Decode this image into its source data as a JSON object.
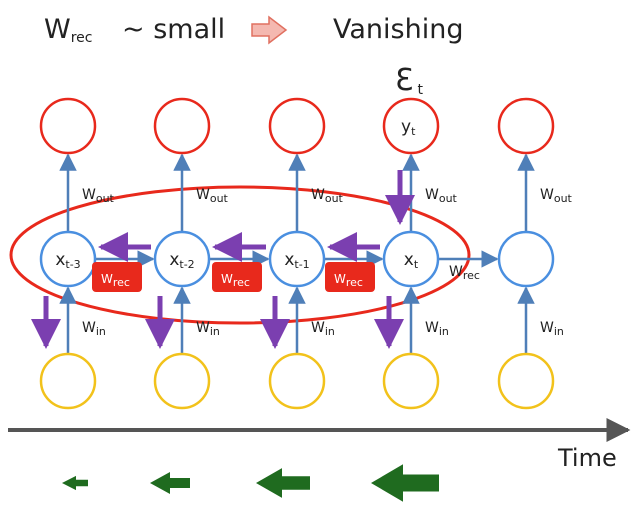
{
  "title": {
    "w_letter": "W",
    "w_sub": "rec",
    "condition": "~ small",
    "result": "Vanishing"
  },
  "error": {
    "symbol": "Ɛ",
    "sub": "t"
  },
  "outputs": [
    {
      "text": "",
      "sub": ""
    },
    {
      "text": "",
      "sub": ""
    },
    {
      "text": "",
      "sub": ""
    },
    {
      "text": "y",
      "sub": "t"
    },
    {
      "text": "",
      "sub": ""
    }
  ],
  "hidden": [
    {
      "text": "x",
      "sub": "t-3"
    },
    {
      "text": "x",
      "sub": "t-2"
    },
    {
      "text": "x",
      "sub": "t-1"
    },
    {
      "text": "x",
      "sub": "t"
    },
    {
      "text": "",
      "sub": ""
    }
  ],
  "w_out_labels": [
    {
      "w": "W",
      "sub": "out"
    },
    {
      "w": "W",
      "sub": "out"
    },
    {
      "w": "W",
      "sub": "out"
    },
    {
      "w": "W",
      "sub": "out"
    },
    {
      "w": "W",
      "sub": "out"
    }
  ],
  "w_in_labels": [
    {
      "w": "W",
      "sub": "in"
    },
    {
      "w": "W",
      "sub": "in"
    },
    {
      "w": "W",
      "sub": "in"
    },
    {
      "w": "W",
      "sub": "in"
    },
    {
      "w": "W",
      "sub": "in"
    }
  ],
  "w_rec_boxes": [
    {
      "w": "W",
      "sub": "rec"
    },
    {
      "w": "W",
      "sub": "rec"
    },
    {
      "w": "W",
      "sub": "rec"
    }
  ],
  "w_rec_label": {
    "w": "W",
    "sub": "rec"
  },
  "time_label": "Time",
  "colors": {
    "output_node": "#e8291c",
    "hidden_node": "#4a8fe0",
    "input_node": "#f2c21b",
    "connection": "#4f7fb8",
    "backprop": "#7b3fb0",
    "rec_box": "#e8291c",
    "ellipse": "#e8291c",
    "time_axis": "#555555",
    "gradient_arrow": "#1f6b1f",
    "condition_arrow_fill": "#f4b8b0",
    "condition_arrow_stroke": "#e07060"
  },
  "gradient_arrows": [
    {
      "relative_size": 1
    },
    {
      "relative_size": 2
    },
    {
      "relative_size": 3
    },
    {
      "relative_size": 4
    }
  ]
}
